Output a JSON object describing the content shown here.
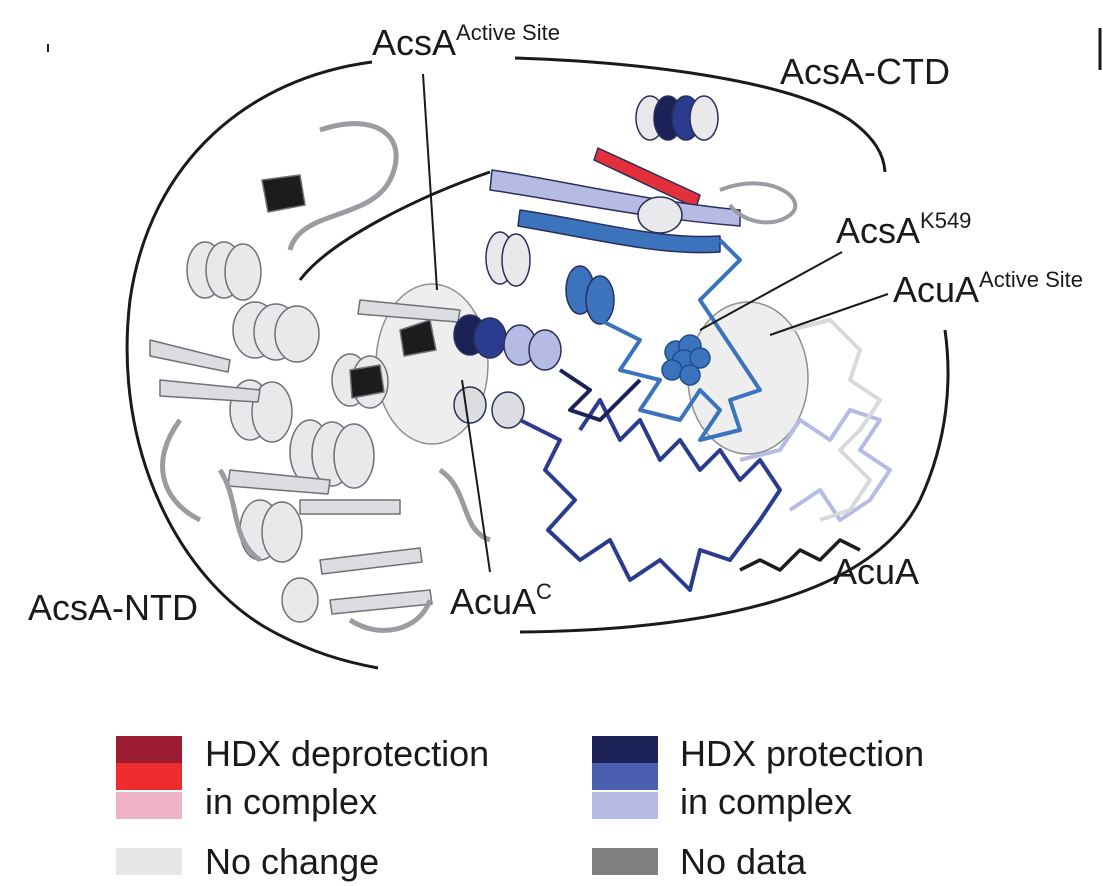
{
  "labels": {
    "acsa_active_site_main": "AcsA",
    "acsa_active_site_sup": "Active Site",
    "acsa_ctd": "AcsA-CTD",
    "acsa_k549_main": "AcsA",
    "acsa_k549_sup": "K549",
    "acua_active_site_main": "AcuA",
    "acua_active_site_sup": "Active Site",
    "acsa_ntd": "AcsA-NTD",
    "acua_c_main": "AcuA",
    "acua_c_sup": "C",
    "acua": "AcuA"
  },
  "legend": {
    "deprotection": {
      "line1": "HDX deprotection",
      "line2": "in complex",
      "colors": [
        "#9b1b30",
        "#ee2b2f",
        "#efb3c8"
      ]
    },
    "protection": {
      "line1": "HDX protection",
      "line2": "in complex",
      "colors": [
        "#1c2158",
        "#4a5fb0",
        "#b6bbe3"
      ]
    },
    "no_change": {
      "label": "No change",
      "color": "#e6e7e9"
    },
    "no_data": {
      "label": "No data",
      "color": "#808080"
    }
  },
  "colors": {
    "protein_light": "#e9e9ec",
    "protein_gray": "#a9abb0",
    "protection_dark": "#1c2158",
    "protection_mid": "#3b73bd",
    "protection_light": "#b6bbe3",
    "deprotection_red": "#e3303a"
  }
}
